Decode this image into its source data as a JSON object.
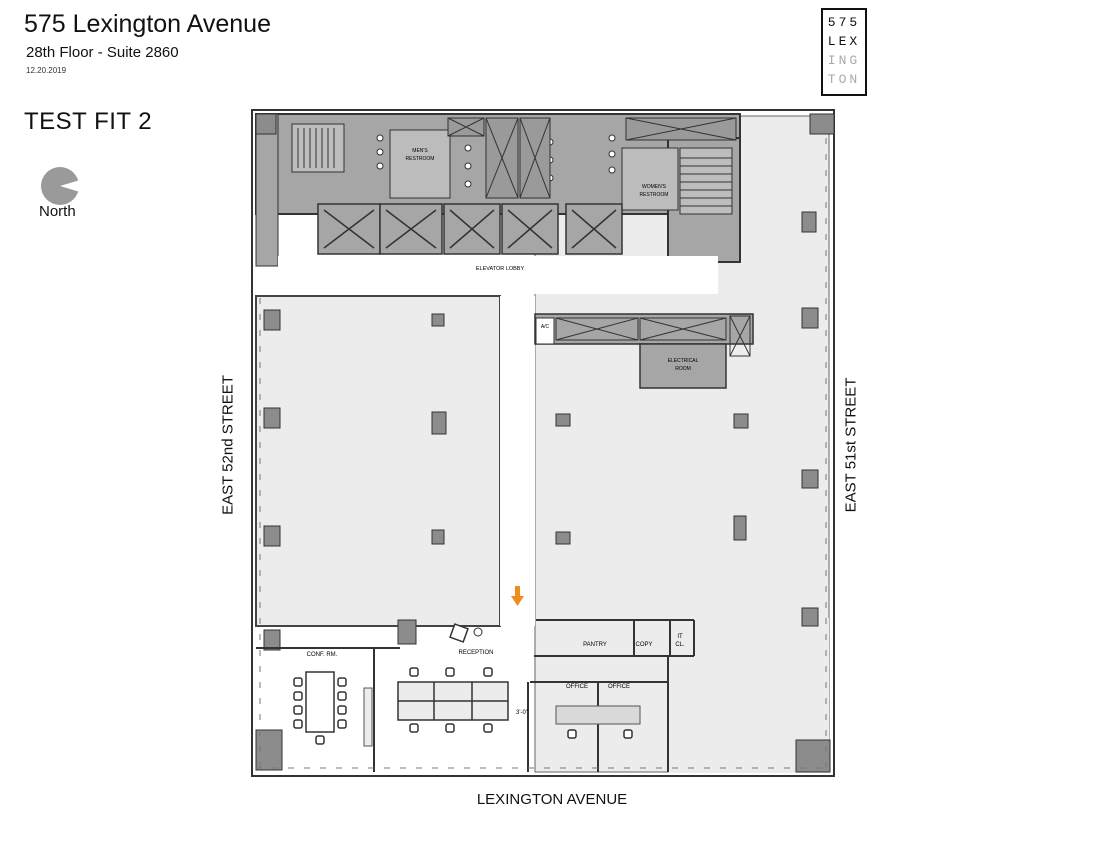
{
  "header": {
    "title": "575 Lexington Avenue",
    "subtitle": "28th Floor -  Suite 2860",
    "date": "12.20.2019",
    "test_fit": "TEST FIT 2",
    "north_label": "North"
  },
  "logo": {
    "row1": "575",
    "row2": "LEX",
    "row3": "ING",
    "row4": "TON"
  },
  "streets": {
    "west": "EAST 52nd STREET",
    "east": "EAST 51st STREET",
    "south": "LEXINGTON AVENUE"
  },
  "rooms": {
    "mens_restroom_1": "MEN'S",
    "mens_restroom_2": "RESTROOM",
    "womens_restroom_1": "WOMEN'S",
    "womens_restroom_2": "RESTROOM",
    "elevator_lobby": "ELEVATOR LOBBY",
    "ac": "A/C",
    "electrical_1": "ELECTRICAL",
    "electrical_2": "ROOM",
    "conf_rm": "CONF. RM.",
    "reception": "RECEPTION",
    "pantry": "PANTRY",
    "copy": "COPY",
    "it_1": "IT",
    "it_2": "CL.",
    "office_1": "OFFICE",
    "office_2": "OFFICE",
    "dimension": "3'-0\""
  },
  "colors": {
    "core_fill": "#a6a6a6",
    "space_fill": "#ececec",
    "column_fill": "#8c8c8c",
    "wall": "#333333",
    "arrow": "#f08c1e"
  }
}
